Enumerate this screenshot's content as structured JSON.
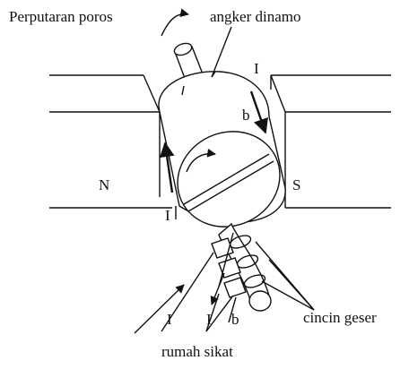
{
  "labels": {
    "shaft_rotation": "Perputaran poros",
    "armature": "angker dinamo",
    "north_pole": "N",
    "south_pole": "S",
    "current_top": "I",
    "b_top": "b",
    "current_left": "I",
    "current_bottom_1": "I",
    "current_bottom_2": "I",
    "b_bottom": "b",
    "slip_rings": "cincin geser",
    "brush_housing": "rumah sikat"
  }
}
